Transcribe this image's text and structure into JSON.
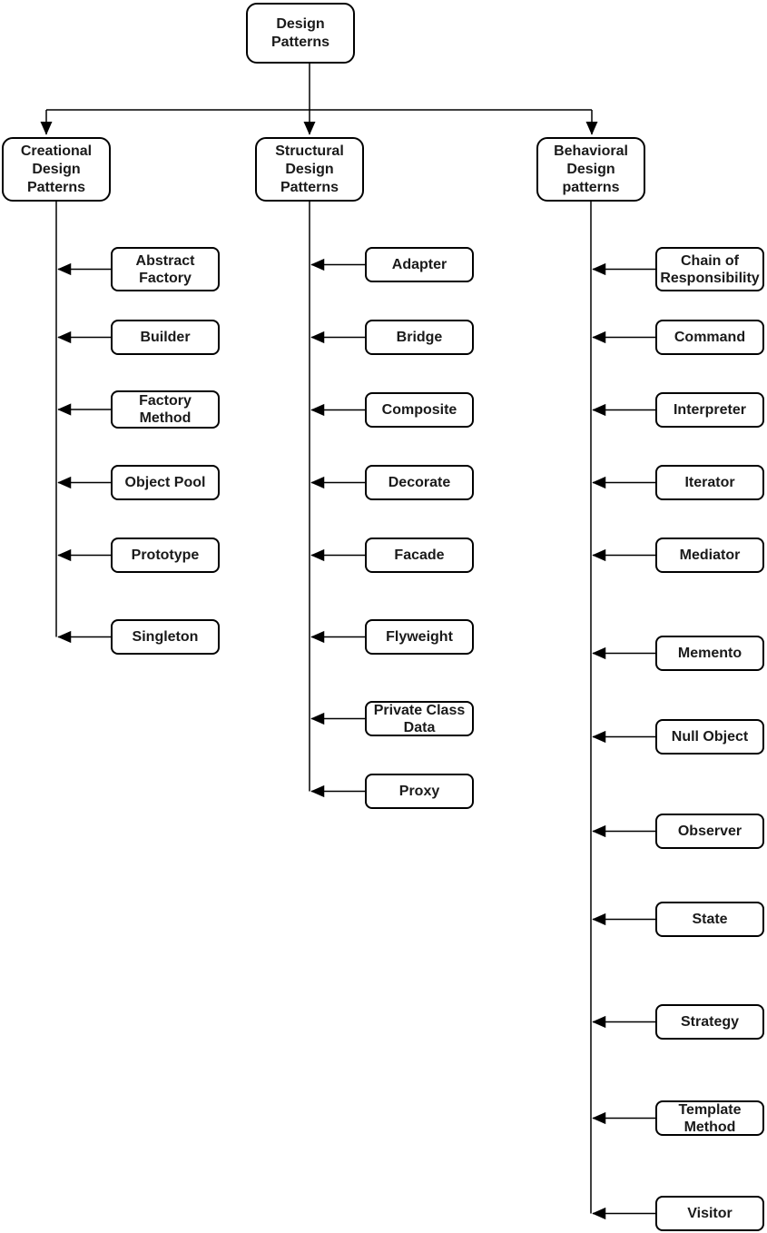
{
  "root": {
    "label": "Design Patterns"
  },
  "groups": {
    "creational": {
      "label": "Creational Design Patterns",
      "items": [
        "Abstract Factory",
        "Builder",
        "Factory Method",
        "Object Pool",
        "Prototype",
        "Singleton"
      ]
    },
    "structural": {
      "label": "Structural Design Patterns",
      "items": [
        "Adapter",
        "Bridge",
        "Composite",
        "Decorate",
        "Facade",
        "Flyweight",
        "Private Class Data",
        "Proxy"
      ]
    },
    "behavioral": {
      "label": "Behavioral Design patterns",
      "items": [
        "Chain of Responsibility",
        "Command",
        "Interpreter",
        "Iterator",
        "Mediator",
        "Memento",
        "Null Object",
        "Observer",
        "State",
        "Strategy",
        "Template Method",
        "Visitor"
      ]
    }
  },
  "colors": {
    "stroke": "#000000",
    "text": "#1a1a1a",
    "background": "#ffffff"
  }
}
